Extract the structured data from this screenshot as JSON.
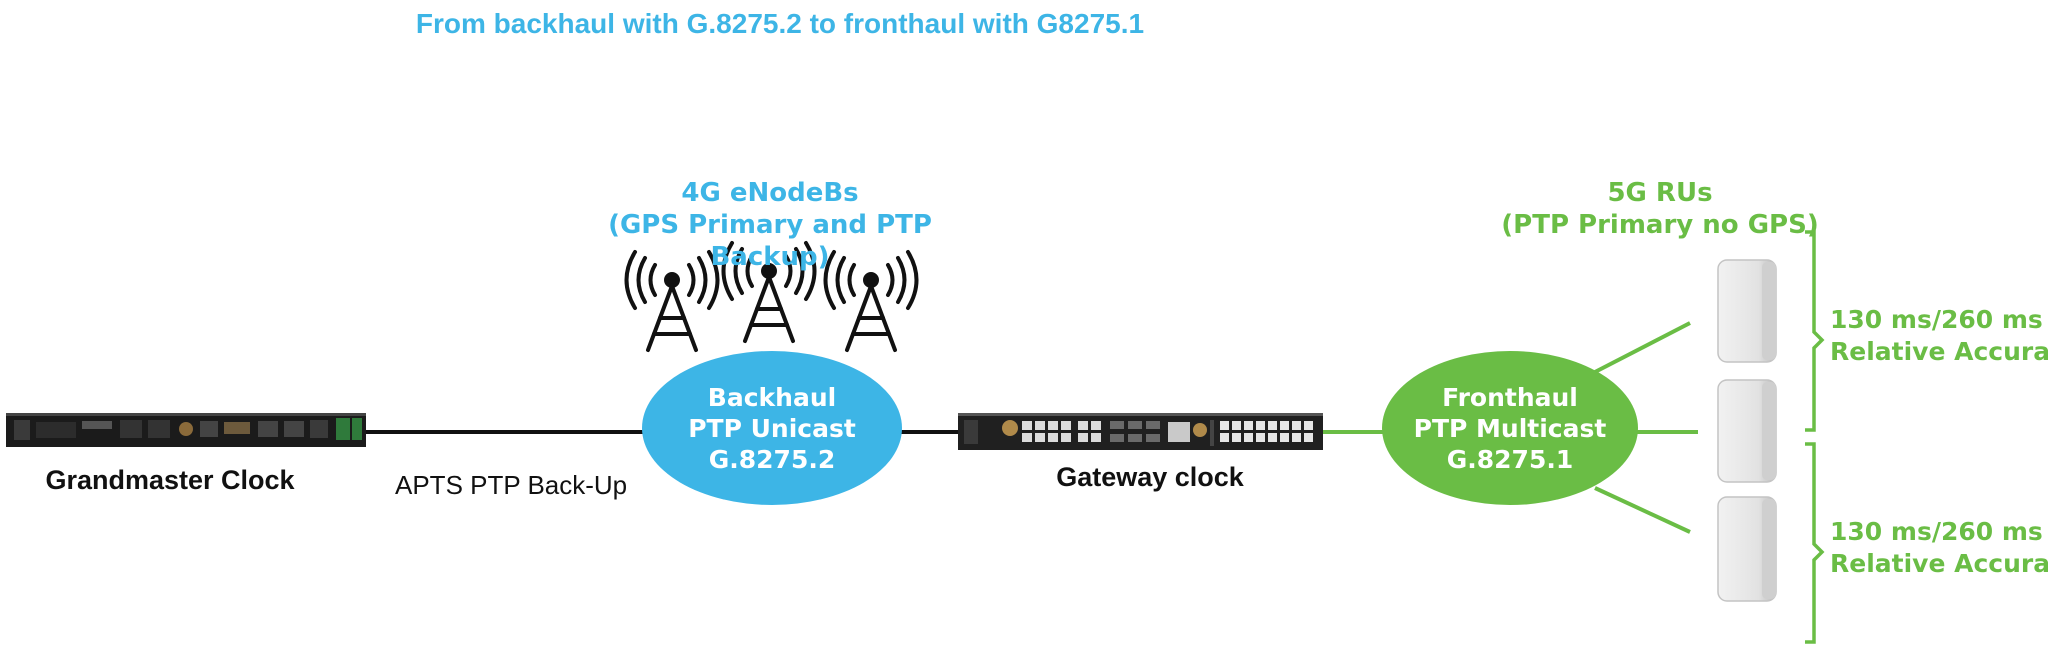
{
  "title": "From backhaul with G.8275.2 to fronthaul with G8275.1",
  "colors": {
    "blue": "#3db5e6",
    "green": "#6abd45",
    "dark": "#111111"
  },
  "enodeb": {
    "line1": "4G eNodeBs",
    "line2": "(GPS Primary and PTP Backup)"
  },
  "ru": {
    "line1": "5G RUs",
    "line2": "(PTP Primary no GPS)"
  },
  "backhaul": {
    "line1": "Backhaul",
    "line2": "PTP Unicast",
    "line3": "G.8275.2"
  },
  "fronthaul": {
    "line1": "Fronthaul",
    "line2": "PTP Multicast",
    "line3": "G.8275.1"
  },
  "grandmaster_label": "Grandmaster Clock",
  "gateway_label": "Gateway clock",
  "backup_label": "APTS PTP Back-Up",
  "accuracy_groups": [
    {
      "line1": "130 ms/260 ms",
      "line2": "Relative Accuracy"
    },
    {
      "line1": "130 ms/260 ms",
      "line2": "Relative Accuracy"
    }
  ],
  "icons": [
    "cell-tower-icon",
    "radio-unit-icon",
    "rack-device-icon"
  ]
}
